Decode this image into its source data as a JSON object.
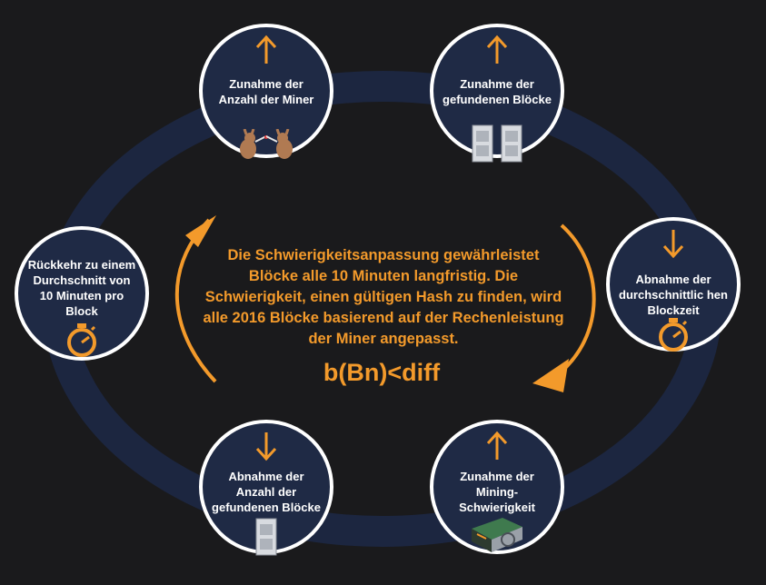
{
  "colors": {
    "background": "#1a1a1c",
    "ring": "#1c2640",
    "node_fill": "#1f2a45",
    "node_border": "#ffffff",
    "accent": "#f39a2b"
  },
  "center": {
    "text": "Die Schwierigkeitsanpassung gewährleistet Blöcke alle 10 Minuten langfristig. Die Schwierigkeit, einen gültigen Hash zu finden, wird alle 2016 Blöcke basierend auf der Rechenleistung der Miner angepasst.",
    "formula": "b(Bn)<diff"
  },
  "nodes": [
    {
      "id": "miners-up",
      "label": "Zunahme der Anzahl der Miner",
      "arrow": "up",
      "icon": "miner-rabbits-icon"
    },
    {
      "id": "blocks-up",
      "label": "Zunahme der gefundenen Blöcke",
      "arrow": "up",
      "icon": "server-racks-icon"
    },
    {
      "id": "blocktime-down",
      "label": "Abnahme der durchschnittlic hen Blockzeit",
      "arrow": "down",
      "icon": "stopwatch-icon"
    },
    {
      "id": "difficulty-up",
      "label": "Zunahme der Mining-Schwierigkeit",
      "arrow": "up",
      "icon": "asic-miner-icon"
    },
    {
      "id": "blocks-down",
      "label": "Abnahme der Anzahl der gefundenen Blöcke",
      "arrow": "down",
      "icon": "server-rack-icon"
    },
    {
      "id": "return-10min",
      "label": "Rückkehr zu einem Durchschnitt von 10 Minuten pro Block",
      "arrow": "none",
      "icon": "stopwatch-icon"
    }
  ]
}
